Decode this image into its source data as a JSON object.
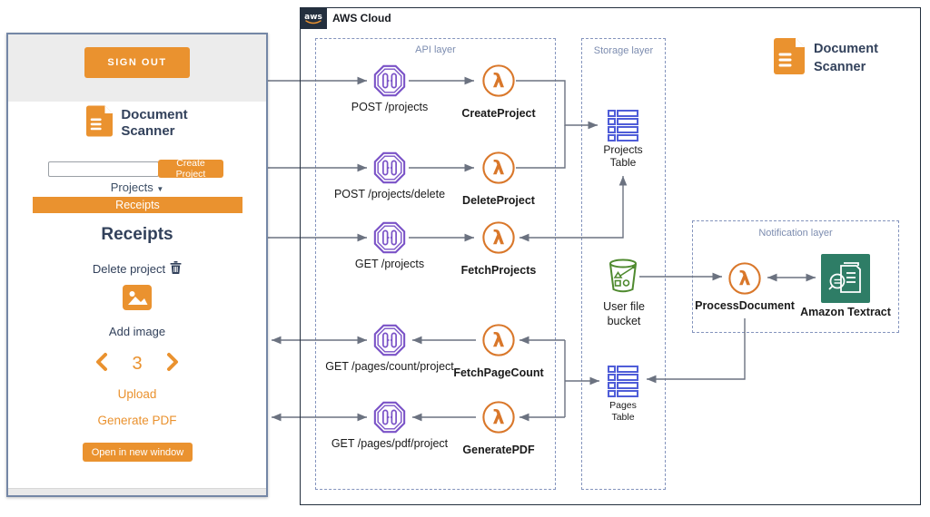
{
  "colors": {
    "orange": "#EA922F",
    "navy": "#32415B",
    "api_gateway_purple": "#7A52C7",
    "lambda_orange": "#D9772A",
    "dynamodb_blue": "#4F5DD8",
    "s3_green": "#4F8A2F",
    "textract_teal": "#2E7D66",
    "arrow_gray": "#6b7280",
    "layer_border_blue": "#8494bd",
    "aws_dark": "#232F3E"
  },
  "app": {
    "sign_out_label": "SIGN OUT",
    "brand_line1": "Document",
    "brand_line2": "Scanner",
    "project_input_value": "",
    "create_project_label": "Create Project",
    "projects_dropdown_label": "Projects",
    "dropdown_caret": "▼",
    "selected_project": "Receipts",
    "section_title": "Receipts",
    "delete_project_label": "Delete project",
    "add_image_label": "Add image",
    "page_number": "3",
    "upload_label": "Upload",
    "generate_pdf_label": "Generate PDF",
    "open_window_label": "Open in new window"
  },
  "aws": {
    "logo_text": "aws",
    "cloud_label": "AWS Cloud",
    "title_line1": "Document",
    "title_line2": "Scanner",
    "api_layer": {
      "label": "API layer",
      "routes": [
        {
          "method": "POST /projects",
          "function": "CreateProject"
        },
        {
          "method": "POST /projects/delete",
          "function": "DeleteProject"
        },
        {
          "method": "GET /projects",
          "function": "FetchProjects"
        },
        {
          "method": "GET /pages/count/project",
          "function": "FetchPageCount"
        },
        {
          "method": "GET /pages/pdf/project",
          "function": "GeneratePDF"
        }
      ]
    },
    "storage_layer": {
      "label": "Storage layer",
      "projects_table": "Projects\nTable",
      "user_bucket": "User file\nbucket",
      "pages_table": "Pages\nTable"
    },
    "notification_layer": {
      "label": "Notification layer",
      "function": "ProcessDocument",
      "service": "Amazon Textract"
    }
  },
  "icons": {
    "api_gateway": "purple-octagon-gateway",
    "lambda": "orange-circle-lambda",
    "dynamodb_table": "blue-table-rows",
    "s3_bucket": "green-bucket",
    "textract": "teal-document-magnifier",
    "document_scanner": "orange-document",
    "trash": "trash-can",
    "image": "picture",
    "chevron_left": "chevron-left",
    "chevron_right": "chevron-right",
    "aws_smile": "aws-logo"
  }
}
